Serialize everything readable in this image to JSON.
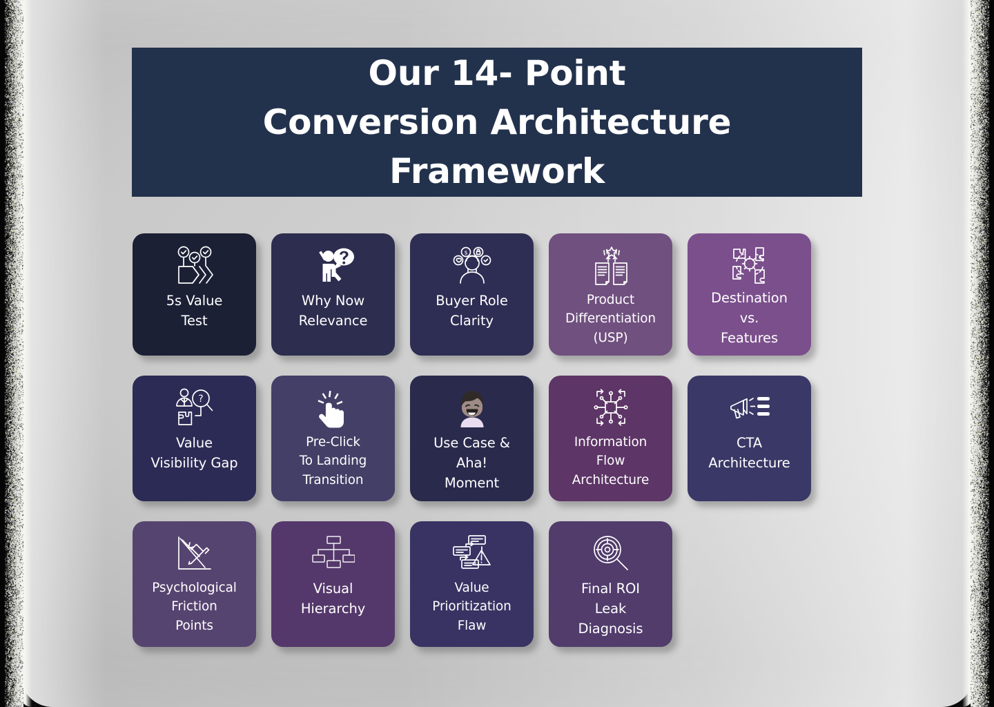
{
  "header": {
    "title": "Our 14- Point Conversion Architecture Framework",
    "background_color": "#23324c",
    "text_color": "#ffffff"
  },
  "page": {
    "background_color": "#c4c4c4",
    "edge_color": "#faf9f4"
  },
  "cards": [
    {
      "label": "5s Value\nTest",
      "icon": "checkmarks-chevrons-icon",
      "color": "#1c2035",
      "row": 1
    },
    {
      "label": "Why Now\nRelevance",
      "icon": "person-question-bubble-icon",
      "color": "#2d2d4f",
      "row": 1
    },
    {
      "label": "Buyer Role\nClarity",
      "icon": "buyer-persona-badges-icon",
      "color": "#2e2d54",
      "row": 1
    },
    {
      "label": "Product\nDifferentiation\n(USP)",
      "icon": "documents-star-compare-icon",
      "color": "#70507f",
      "row": 1
    },
    {
      "label": "Destination\nvs.\nFeatures",
      "icon": "puzzle-gear-icon",
      "color": "#7b4f8c",
      "row": 1
    },
    {
      "label": "Value\nVisibility Gap",
      "icon": "person-magnifier-puzzle-icon",
      "color": "#2c2b55",
      "row": 2
    },
    {
      "label": "Pre-Click\nTo Landing\nTransition",
      "icon": "click-hand-icon",
      "color": "#433f66",
      "row": 2
    },
    {
      "label": "Use Case &\nAha!\nMoment",
      "icon": "laughing-person-emoji-icon",
      "color": "#2a2a4d",
      "row": 2
    },
    {
      "label": "Information\nFlow\nArchitecture",
      "icon": "network-flow-icon",
      "color": "#5d3566",
      "row": 2
    },
    {
      "label": "CTA\nArchitecture",
      "icon": "megaphone-list-icon",
      "color": "#3a3866",
      "row": 2
    },
    {
      "label": "Psychological\nFriction\nPoints",
      "icon": "friction-slope-icon",
      "color": "#564470",
      "row": 3
    },
    {
      "label": "Visual\nHierarchy",
      "icon": "hierarchy-tree-icon",
      "color": "#55386b",
      "row": 3
    },
    {
      "label": "Value\nPrioritization\nFlaw",
      "icon": "list-warning-icon",
      "color": "#383363",
      "row": 3
    },
    {
      "label": "Final ROI\nLeak\nDiagnosis",
      "icon": "magnifier-target-icon",
      "color": "#513c6c",
      "row": 3
    }
  ]
}
